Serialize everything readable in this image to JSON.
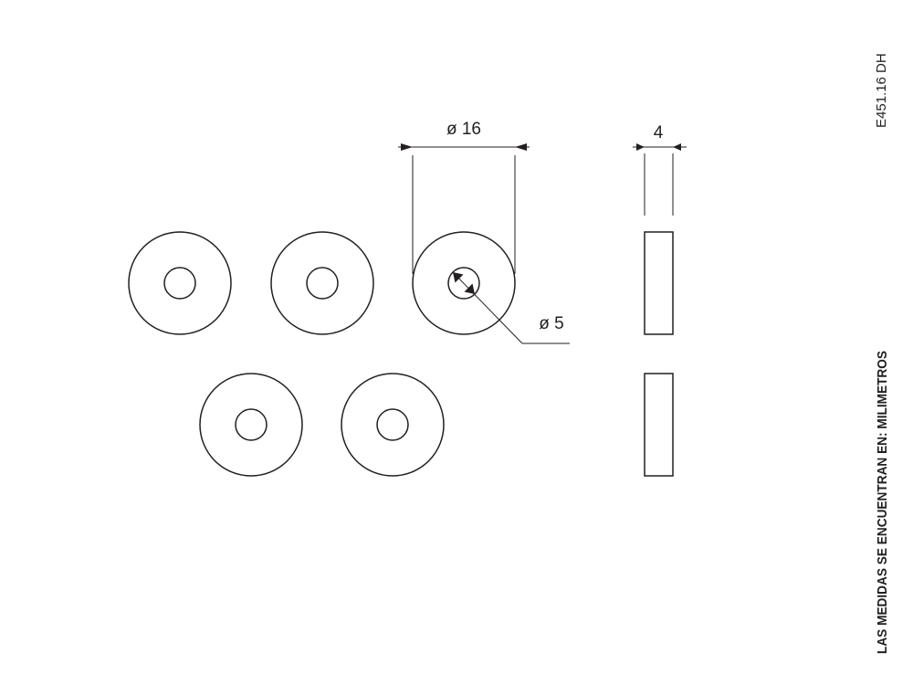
{
  "drawing": {
    "part_code": "E451.16 DH",
    "units_note": "LAS MEDIDAS SE ENCUENTRAN EN: MILIMETROS",
    "dimensions": {
      "outer_diameter": "ø 16",
      "inner_diameter": "ø 5",
      "thickness": "4"
    },
    "washer_count": 5,
    "side_view_count": 2,
    "line_color": "#231f20"
  }
}
